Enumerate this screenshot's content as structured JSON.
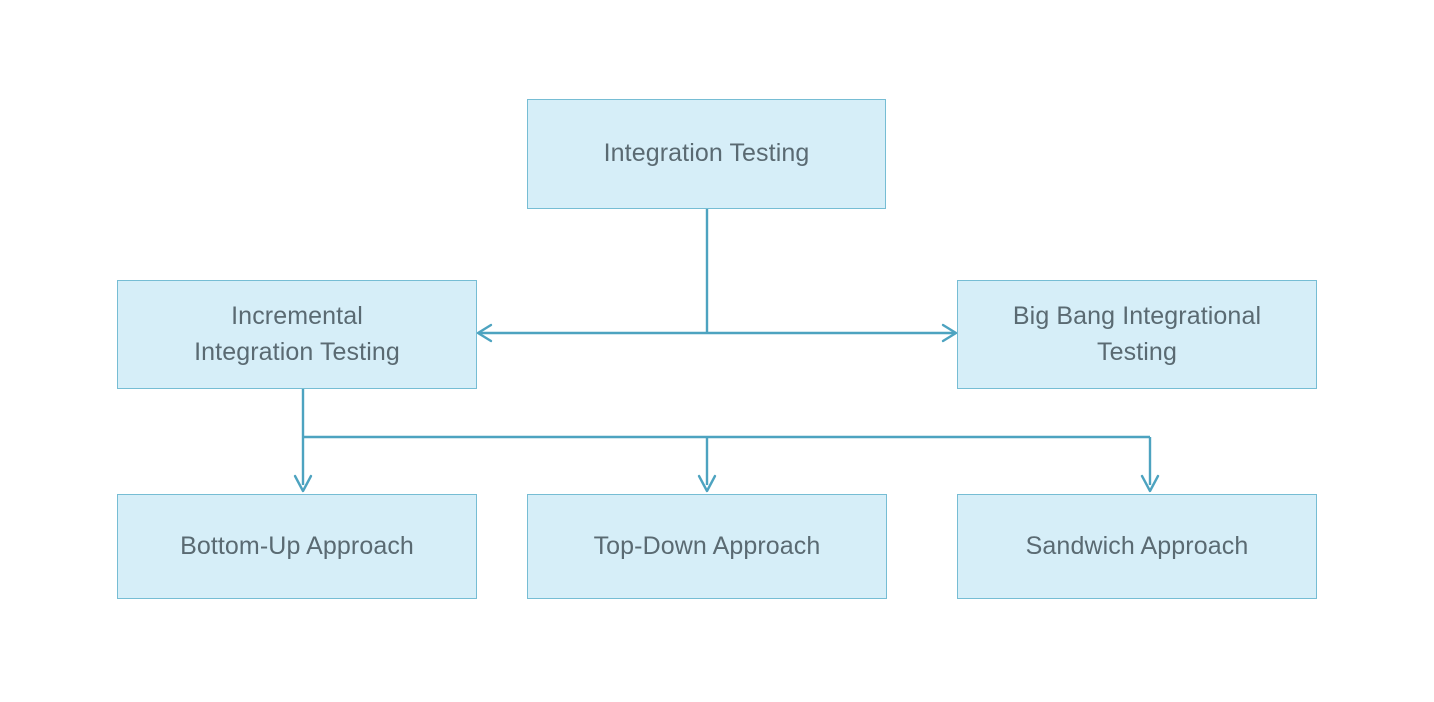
{
  "diagram": {
    "title": "Integration Testing",
    "colors": {
      "node_fill": "#d6eef8",
      "node_border": "#76bdd4",
      "node_text": "#5a6a72",
      "edge": "#4da3c0",
      "background": "#ffffff"
    },
    "nodes": [
      {
        "id": "root",
        "label": "Integration Testing",
        "level": 1
      },
      {
        "id": "incremental",
        "label": "Incremental\nIntegration Testing",
        "level": 2
      },
      {
        "id": "bigbang",
        "label": "Big Bang Integrational\nTesting",
        "level": 2
      },
      {
        "id": "bottomup",
        "label": "Bottom-Up Approach",
        "level": 3
      },
      {
        "id": "topdown",
        "label": "Top-Down Approach",
        "level": 3
      },
      {
        "id": "sandwich",
        "label": "Sandwich Approach",
        "level": 3
      }
    ],
    "edges": [
      {
        "from": "root",
        "to": "incremental",
        "arrow": "left"
      },
      {
        "from": "root",
        "to": "bigbang",
        "arrow": "right"
      },
      {
        "from": "incremental",
        "to": "bottomup",
        "arrow": "down"
      },
      {
        "from": "incremental",
        "to": "topdown",
        "arrow": "down"
      },
      {
        "from": "incremental",
        "to": "sandwich",
        "arrow": "down"
      }
    ]
  }
}
